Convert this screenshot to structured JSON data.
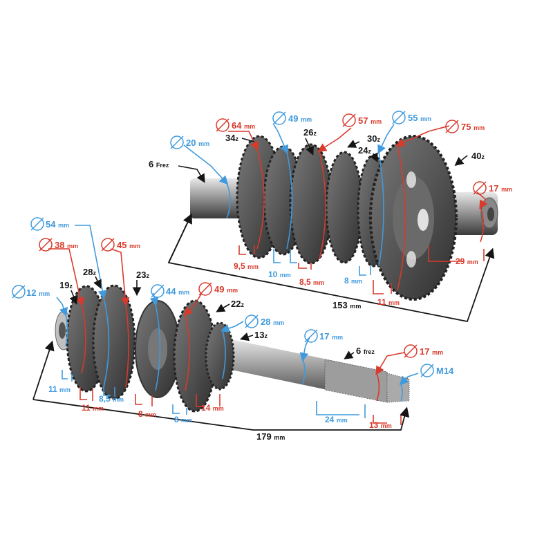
{
  "colors": {
    "blue": "#3f9ade",
    "red": "#d83a2c",
    "black": "#151515",
    "steel_light": "#c9c9c9",
    "steel_dark": "#4a4a4a"
  },
  "icons": {
    "diameter": "diameter-icon"
  },
  "upper_shaft": {
    "splines": {
      "value": "6",
      "unit": "Frez"
    },
    "diameters": {
      "shaft_left": "20",
      "gear_a": "64",
      "gear_b": "49",
      "gear_c": "57",
      "gear_d": "55",
      "gear_e": "75",
      "shaft_right": "17"
    },
    "teeth": {
      "g1": "34",
      "g2": "26",
      "g3": "30",
      "g4": "24",
      "g5": "40"
    },
    "widths": {
      "w1": "9,5",
      "w2": "10",
      "w3": "8,5",
      "w4": "8",
      "w5": "11",
      "w6": "29"
    },
    "length": "153"
  },
  "lower_shaft": {
    "diameters": {
      "shaft_left": "12",
      "gear_a": "38",
      "gear_b": "54",
      "gear_c": "45",
      "gear_d": "44",
      "gear_e": "49",
      "gear_f": "28",
      "shaft_mid": "17",
      "shaft_end": "17"
    },
    "thread": "M14",
    "teeth": {
      "g1": "19",
      "g2": "28",
      "g3": "23",
      "g4": "22",
      "g5": "13"
    },
    "splines": {
      "value": "6",
      "unit": "frez"
    },
    "widths": {
      "w1": "11",
      "w2": "11",
      "w3": "8,5",
      "w4": "8",
      "w5": "8",
      "w6": "14",
      "w7": "24",
      "w8": "13"
    },
    "length": "179"
  },
  "units": {
    "mm": "mm",
    "teeth": "z"
  }
}
